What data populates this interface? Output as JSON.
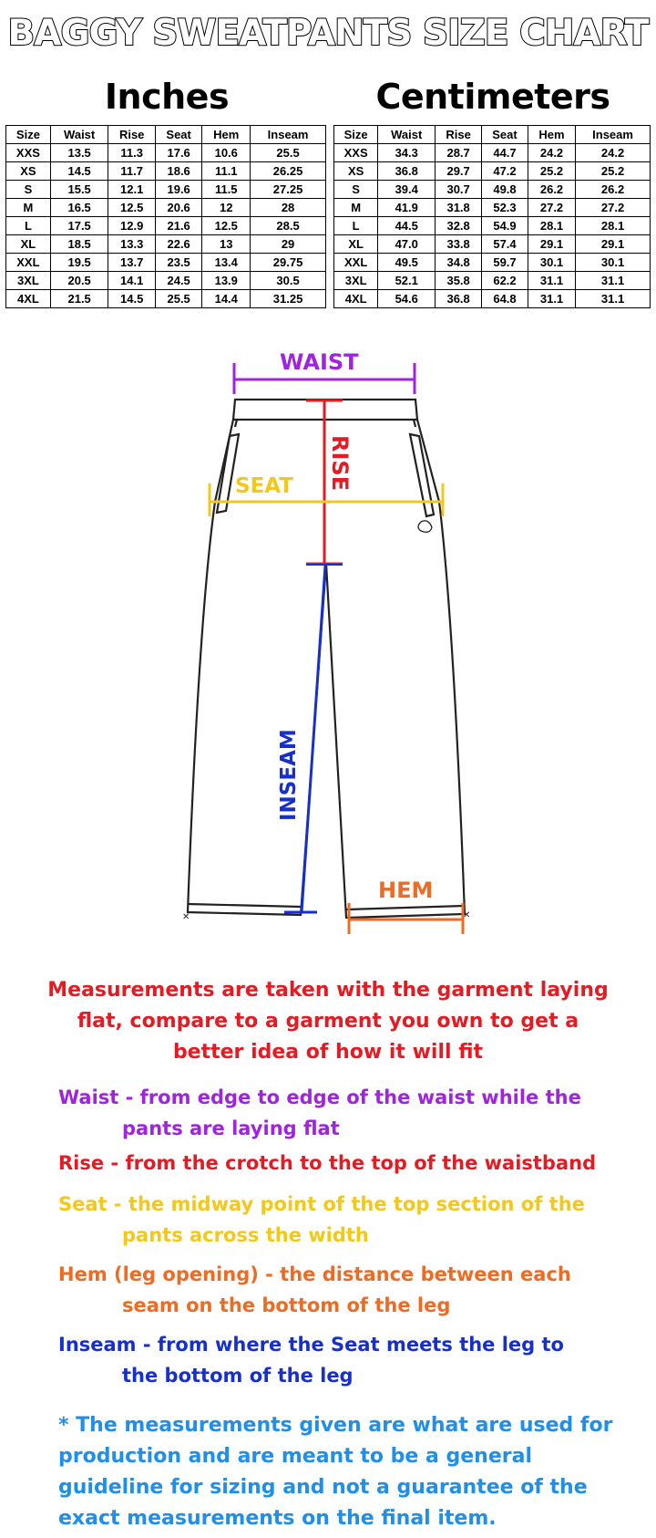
{
  "title": "BAGGY SWEATPANTS SIZE CHART",
  "inches": {
    "heading": "Inches",
    "columns": [
      "Size",
      "Waist",
      "Rise",
      "Seat",
      "Hem",
      "Inseam"
    ],
    "rows": [
      [
        "XXS",
        "13.5",
        "11.3",
        "17.6",
        "10.6",
        "25.5"
      ],
      [
        "XS",
        "14.5",
        "11.7",
        "18.6",
        "11.1",
        "26.25"
      ],
      [
        "S",
        "15.5",
        "12.1",
        "19.6",
        "11.5",
        "27.25"
      ],
      [
        "M",
        "16.5",
        "12.5",
        "20.6",
        "12",
        "28"
      ],
      [
        "L",
        "17.5",
        "12.9",
        "21.6",
        "12.5",
        "28.5"
      ],
      [
        "XL",
        "18.5",
        "13.3",
        "22.6",
        "13",
        "29"
      ],
      [
        "XXL",
        "19.5",
        "13.7",
        "23.5",
        "13.4",
        "29.75"
      ],
      [
        "3XL",
        "20.5",
        "14.1",
        "24.5",
        "13.9",
        "30.5"
      ],
      [
        "4XL",
        "21.5",
        "14.5",
        "25.5",
        "14.4",
        "31.25"
      ]
    ]
  },
  "centimeters": {
    "heading": "Centimeters",
    "columns": [
      "Size",
      "Waist",
      "Rise",
      "Seat",
      "Hem",
      "Inseam"
    ],
    "rows": [
      [
        "XXS",
        "34.3",
        "28.7",
        "44.7",
        "24.2",
        "24.2"
      ],
      [
        "XS",
        "36.8",
        "29.7",
        "47.2",
        "25.2",
        "25.2"
      ],
      [
        "S",
        "39.4",
        "30.7",
        "49.8",
        "26.2",
        "26.2"
      ],
      [
        "M",
        "41.9",
        "31.8",
        "52.3",
        "27.2",
        "27.2"
      ],
      [
        "L",
        "44.5",
        "32.8",
        "54.9",
        "28.1",
        "28.1"
      ],
      [
        "XL",
        "47.0",
        "33.8",
        "57.4",
        "29.1",
        "29.1"
      ],
      [
        "XXL",
        "49.5",
        "34.8",
        "59.7",
        "30.1",
        "30.1"
      ],
      [
        "3XL",
        "52.1",
        "35.8",
        "62.2",
        "31.1",
        "31.1"
      ],
      [
        "4XL",
        "54.6",
        "36.8",
        "64.8",
        "31.1",
        "31.1"
      ]
    ]
  },
  "diagram": {
    "waist_label": "WAIST",
    "rise_label": "RISE",
    "seat_label": "SEAT",
    "inseam_label": "INSEAM",
    "hem_label": "HEM",
    "colors": {
      "waist": "#a023e0",
      "rise": "#e31c24",
      "seat": "#f2c81b",
      "inseam": "#1630c9",
      "hem": "#ef6a23"
    }
  },
  "notes": {
    "lead": "Measurements are taken with the garment laying flat, compare to a garment you own to get a better idea of how it will fit",
    "waist_1": "Waist - from edge to edge of the waist while the",
    "waist_2": "pants are laying flat",
    "rise": "Rise - from the crotch to the top of the waistband",
    "seat_1": "Seat - the midway point of the top section of the",
    "seat_2": "pants across the width",
    "hem_1": "Hem (leg opening) - the distance between each",
    "hem_2": "seam on the bottom of the leg",
    "inseam_1": "Inseam - from where the Seat meets the leg to",
    "inseam_2": "the bottom of the leg",
    "disclaimer": "* The measurements given are what are used for production and are meant to be a general guideline for sizing and not a guarantee of the exact measurements on the final item."
  }
}
